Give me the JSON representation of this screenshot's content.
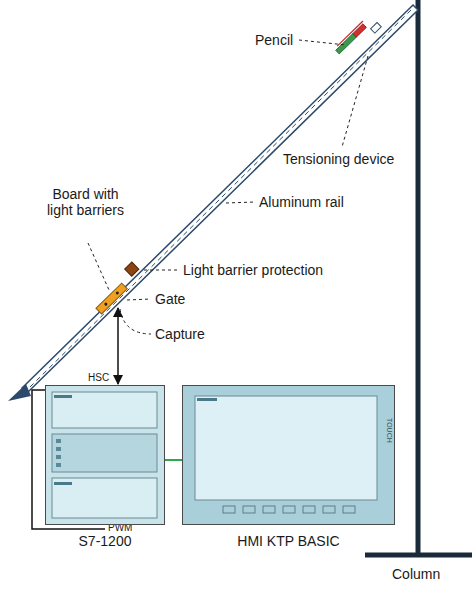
{
  "diagram": {
    "nodes": [
      {
        "text": [
          "S7-1200"
        ]
      },
      {
        "text": [
          "HMI KTP BASIC",
          "TOUCH"
        ]
      }
    ],
    "edges": [
      {
        "from": 0,
        "to": 1,
        "arrow": "none"
      }
    ],
    "labels": [
      "Pencil",
      "Tensioning device",
      "Aluminum rail",
      "Board with light barriers",
      "Light barrier protection",
      "Gate",
      "Capture",
      "HSC",
      "PWM",
      "Column"
    ]
  }
}
